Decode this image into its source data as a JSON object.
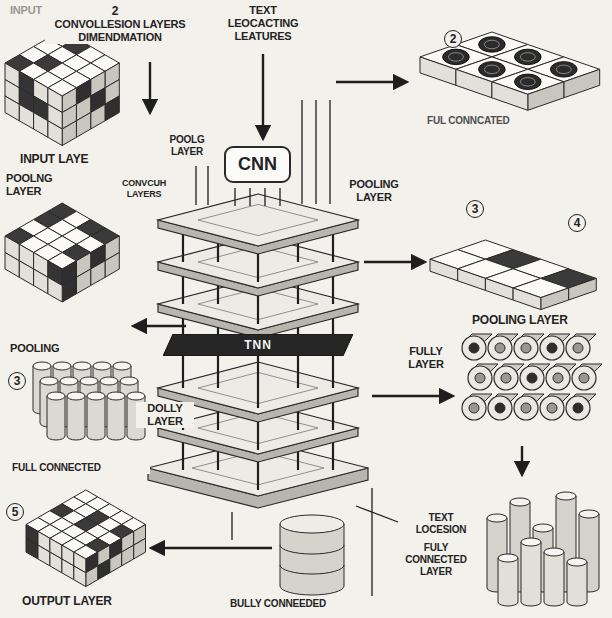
{
  "diagram": {
    "nodes": [
      {
        "text": [
          "CNN"
        ]
      },
      {
        "text": [
          "TNN"
        ]
      }
    ],
    "labels": [
      "INPUT",
      "2",
      "CONVOLLESION LAYERS DIMENDMATION",
      "TEXT LEOCACTING LEATURES",
      "2",
      "POOLG LAYER",
      "FUL CONNCATED",
      "CONVCUH LAYERS",
      "POOLNG LAYER",
      "POOLING LAYER",
      "3",
      "4",
      "INPUT LAYE",
      "POOLING LAYER",
      "POOLING",
      "FULLY LAYER",
      "3",
      "DOLLY LAYER",
      "FULL CONNECTED",
      "5",
      "TEXT LOCESION",
      "FULY CONNECTED LAYER",
      "OUTPUT LAYER",
      "BULLY CONNEEDED"
    ]
  }
}
